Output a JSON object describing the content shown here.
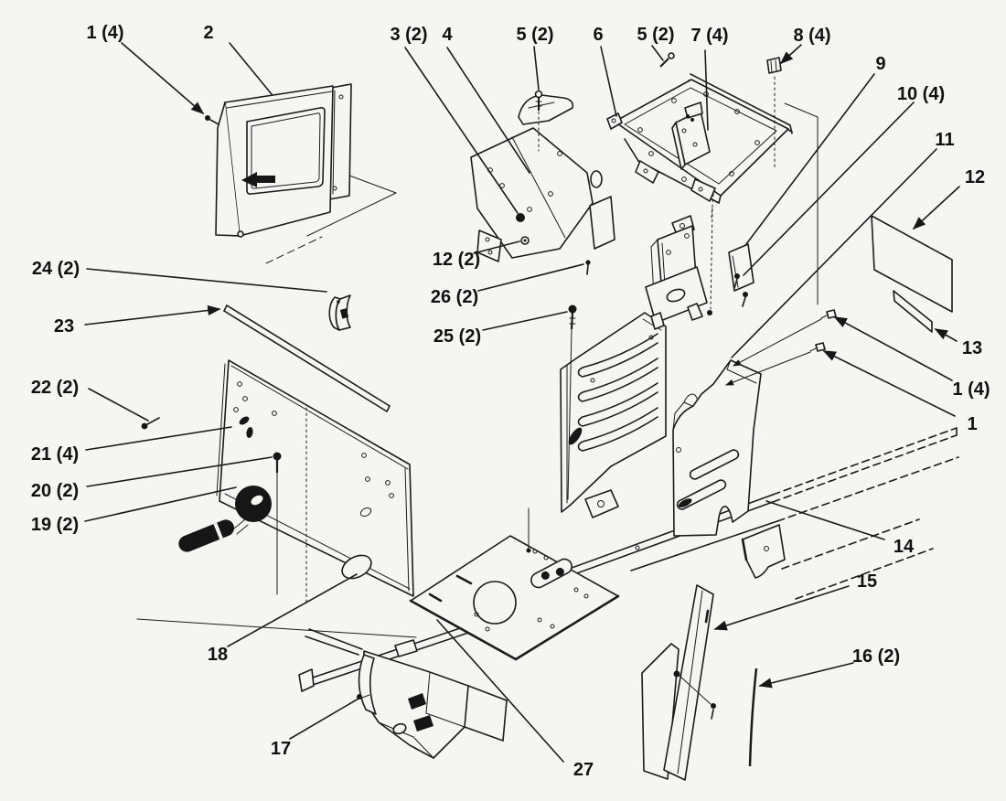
{
  "diagram_type": "exploded-parts-view",
  "colors": {
    "background": "#f5f5f2",
    "line": "#1b1b1b",
    "label": "#111111"
  },
  "callouts": {
    "c01a": "1 (4)",
    "c02": "2",
    "c03": "3 (2)",
    "c04": "4",
    "c05a": "5 (2)",
    "c06": "6",
    "c05b": "5 (2)",
    "c07": "7 (4)",
    "c08": "8 (4)",
    "c09": "9",
    "c10": "10 (4)",
    "c11": "11",
    "c12": "12",
    "c13": "13",
    "c01b": "1 (4)",
    "c01c": "1",
    "c14": "14",
    "c15": "15",
    "c16": "16 (2)",
    "c17": "17",
    "c18": "18",
    "c19": "19 (2)",
    "c20": "20 (2)",
    "c21": "21 (4)",
    "c22": "22 (2)",
    "c23": "23",
    "c24": "24 (2)",
    "c25": "25 (2)",
    "c26": "26 (2)",
    "c12b": "12 (2)",
    "c27": "27"
  }
}
